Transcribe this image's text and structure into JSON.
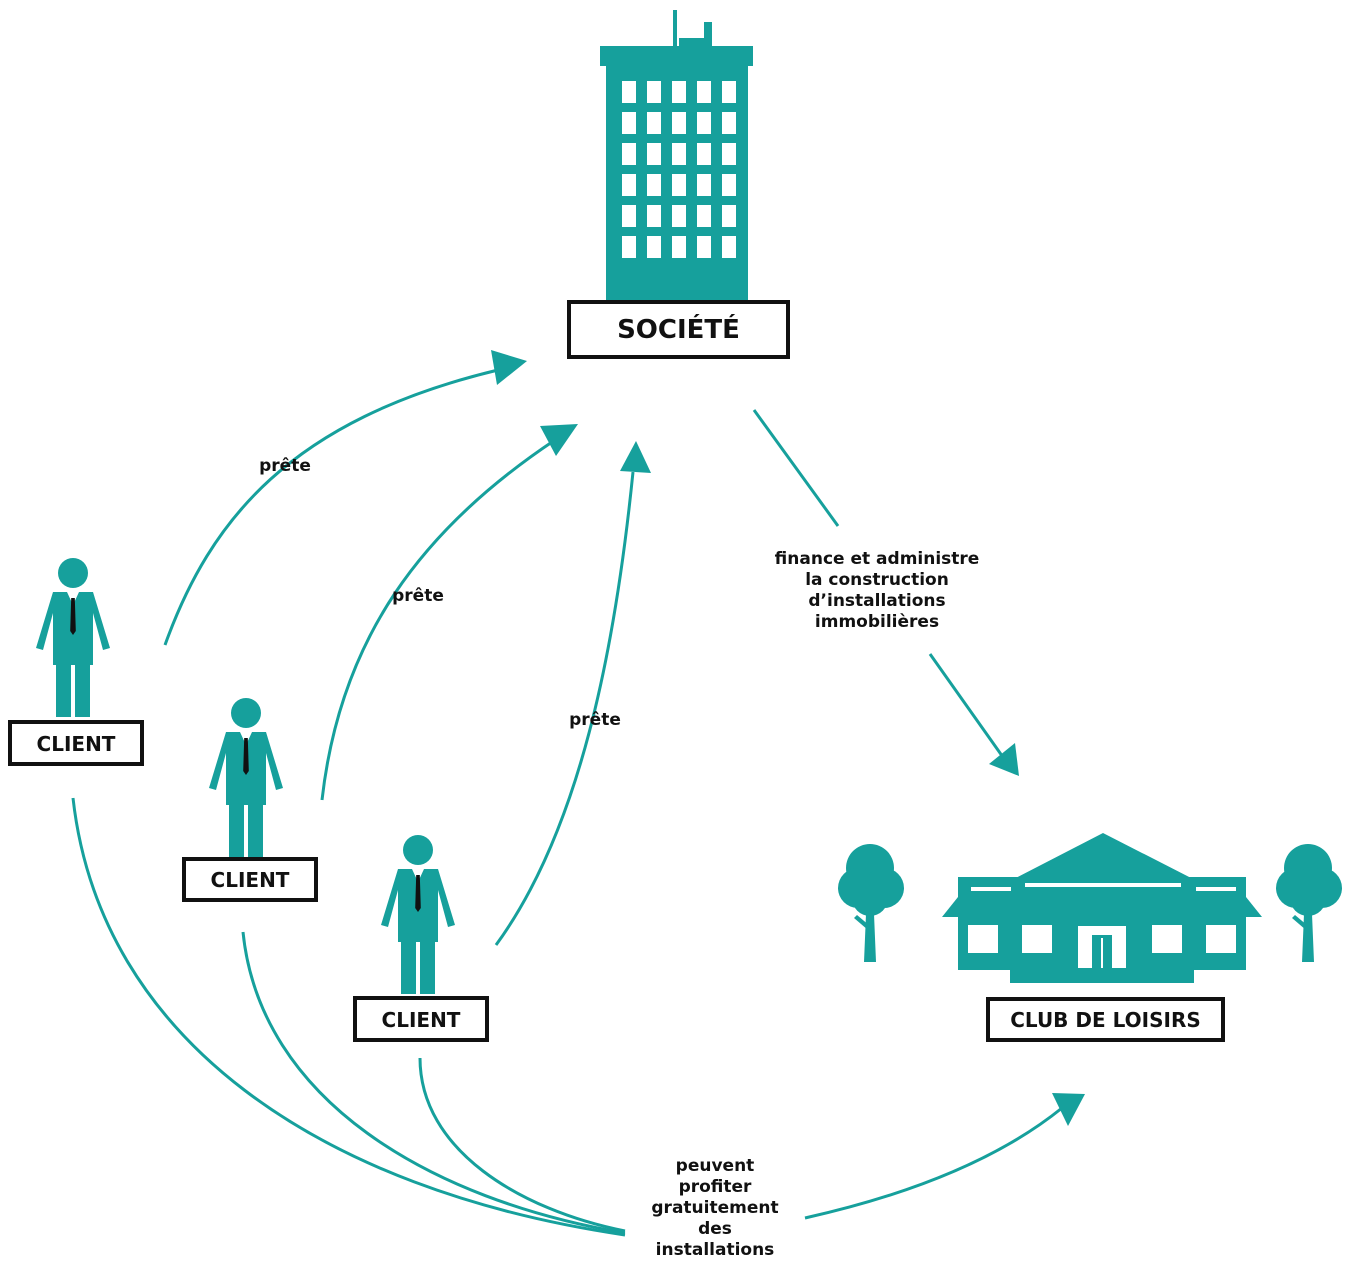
{
  "colors": {
    "accent": "#16a09c",
    "ink": "#111111",
    "background": "#ffffff"
  },
  "nodes": {
    "societe": {
      "label": "SOCIÉTÉ",
      "icon": "office-building-icon"
    },
    "club": {
      "label": "CLUB DE LOISIRS",
      "icon": "clubhouse-icon",
      "tree_icon": "tree-icon"
    },
    "clients": [
      {
        "label": "CLIENT",
        "icon": "businessman-icon"
      },
      {
        "label": "CLIENT",
        "icon": "businessman-icon"
      },
      {
        "label": "CLIENT",
        "icon": "businessman-icon"
      }
    ]
  },
  "edges": {
    "lend_1": "prête",
    "lend_2": "prête",
    "lend_3": "prête",
    "finance": [
      "finance et administre",
      "la construction",
      "d’installations",
      "immobilières"
    ],
    "benefit": [
      "peuvent",
      "profiter",
      "gratuitement",
      "des",
      "installations"
    ]
  }
}
